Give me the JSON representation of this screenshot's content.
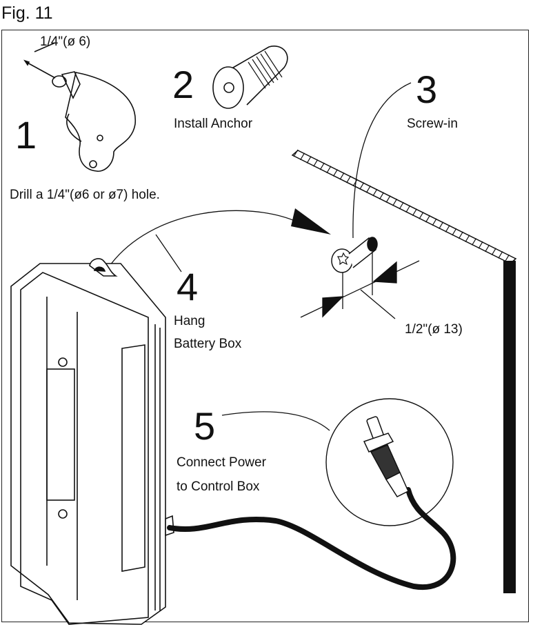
{
  "figure": {
    "title": "Fig. 11"
  },
  "steps": [
    {
      "number": "1",
      "label": "Drill a 1/4\"(ø6  or  ø7) hole.",
      "callout": "1/4\"(ø 6)"
    },
    {
      "number": "2",
      "label": "Install Anchor"
    },
    {
      "number": "3",
      "label": "Screw-in",
      "dimension": "1/2\"(ø 13)"
    },
    {
      "number": "4",
      "label_line1": "Hang",
      "label_line2": "Battery Box"
    },
    {
      "number": "5",
      "label_line1": "Connect Power",
      "label_line2": "to Control Box"
    }
  ],
  "colors": {
    "ink": "#111111",
    "paper": "#ffffff"
  }
}
